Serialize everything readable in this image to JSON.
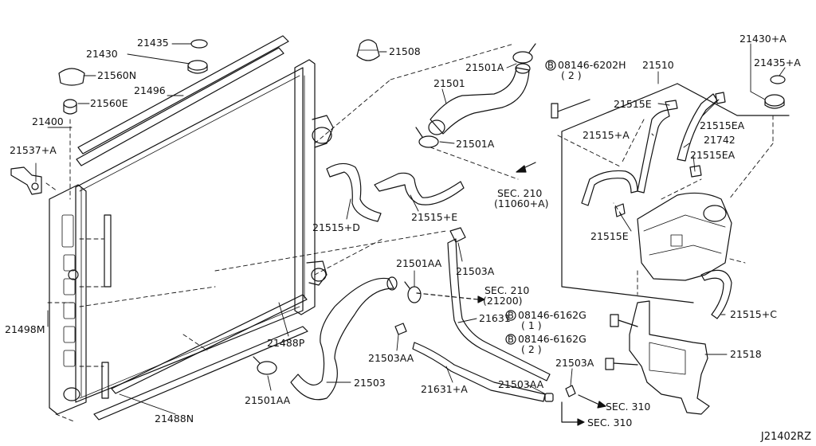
{
  "diagram_id": "J21402RZ",
  "labels": {
    "p21435": "21435",
    "p21430": "21430",
    "p21560N": "21560N",
    "p21560E": "21560E",
    "p21496": "21496",
    "p21400": "21400",
    "p21537A": "21537+A",
    "p21498M": "21498M",
    "p21488P": "21488P",
    "p21488N": "21488N",
    "p21501AA_bottom": "21501AA",
    "p21503": "21503",
    "p21503AA_mid": "21503AA",
    "p21501AA_mid": "21501AA",
    "p21508": "21508",
    "p21501A_top": "21501A",
    "p21501": "21501",
    "p21501A_mid": "21501A",
    "p21515D": "21515+D",
    "p21515E_plus": "21515+E",
    "p21503A_mid": "21503A",
    "p21631": "21631",
    "p21631A": "21631+A",
    "p21503AA_right": "21503AA",
    "p21503A_right": "21503A",
    "bolt1_code": "08146-6202H",
    "bolt1_qty": "( 2 )",
    "bolt2_code": "08146-6162G",
    "bolt2_qty": "( 1 )",
    "bolt3_code": "08146-6162G",
    "bolt3_qty": "( 2 )",
    "p21510": "21510",
    "p21515E": "21515E",
    "p21515A": "21515+A",
    "p21515EA_1": "21515EA",
    "p21742": "21742",
    "p21515EA_2": "21515EA",
    "p21515E_low": "21515E",
    "p21430A": "21430+A",
    "p21435A": "21435+A",
    "p21515C": "21515+C",
    "p21518": "21518",
    "sec210_1": "SEC. 210",
    "sec210_1_ref": "(11060+A)",
    "sec210_2": "SEC. 210",
    "sec210_2_ref": "(21200)",
    "sec310_1": "SEC. 310",
    "sec310_2": "SEC. 310",
    "bolt_marker": "B"
  }
}
